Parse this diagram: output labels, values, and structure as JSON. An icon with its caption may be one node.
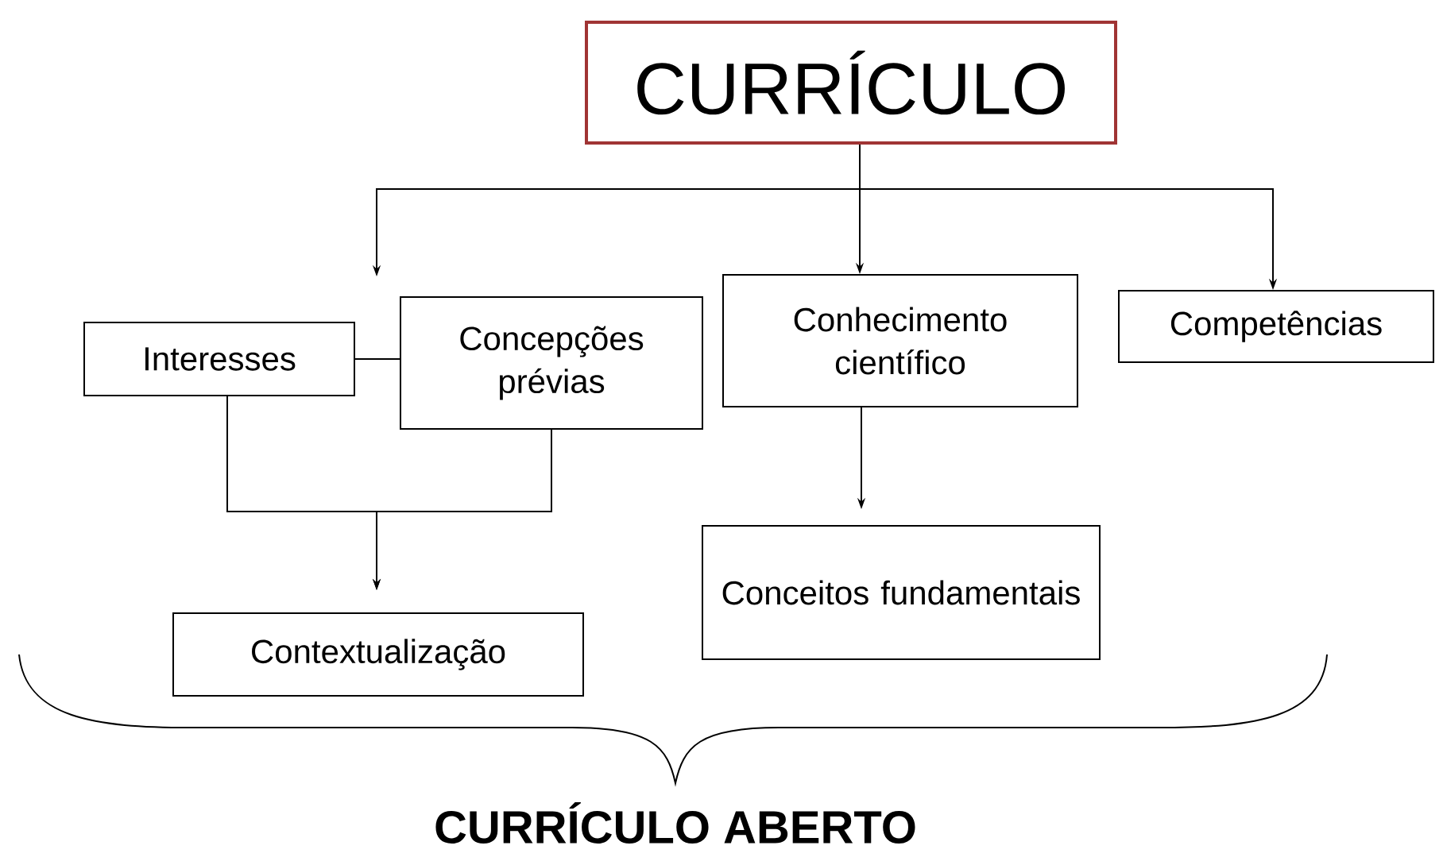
{
  "diagram": {
    "nodes": [
      {
        "text": [
          "CURRÍCULO"
        ]
      },
      {
        "text": [
          "Interesses"
        ]
      },
      {
        "text": [
          "Concepções prévias"
        ]
      },
      {
        "text": [
          "Conhecimento científico"
        ]
      },
      {
        "text": [
          "Competências"
        ]
      },
      {
        "text": [
          "Conceitos fundamentais"
        ]
      },
      {
        "text": [
          "Contextualização"
        ]
      }
    ],
    "edges": [
      {
        "from": 0,
        "to": null,
        "arrow": "to"
      },
      {
        "from": 0,
        "to": 3,
        "arrow": "to"
      },
      {
        "from": 0,
        "to": 4,
        "arrow": "to"
      },
      {
        "from": 1,
        "to": 2,
        "arrow": "none"
      },
      {
        "from": 3,
        "to": 5,
        "arrow": "to"
      },
      {
        "from": 1,
        "to": 6,
        "arrow": "to"
      },
      {
        "from": 2,
        "to": 6,
        "arrow": "to"
      }
    ],
    "labels": [
      "CURRÍCULO ABERTO"
    ]
  }
}
